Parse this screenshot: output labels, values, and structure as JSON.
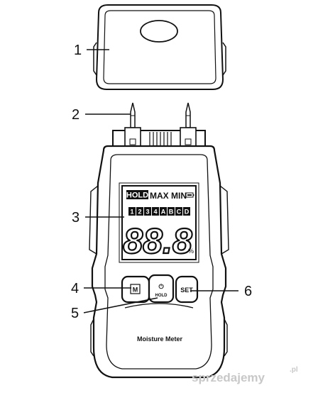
{
  "callouts": {
    "cap": "1",
    "probes": "2",
    "display": "3",
    "mode_button": "4",
    "power_hold_button": "5",
    "set_button": "6"
  },
  "lcd": {
    "hold": "HOLD",
    "max": "MAX",
    "min": "MIN",
    "modes": [
      "1",
      "2",
      "3",
      "4",
      "A",
      "B",
      "C",
      "D"
    ],
    "reading": "88.8",
    "unit": "%"
  },
  "buttons": {
    "mode": "M",
    "power_symbol": "⏻",
    "hold": "HOLD",
    "set": "SET"
  },
  "product_label": "Moisture Meter",
  "watermark": {
    "main": "sprzedajemy",
    "suffix": ".pl"
  }
}
